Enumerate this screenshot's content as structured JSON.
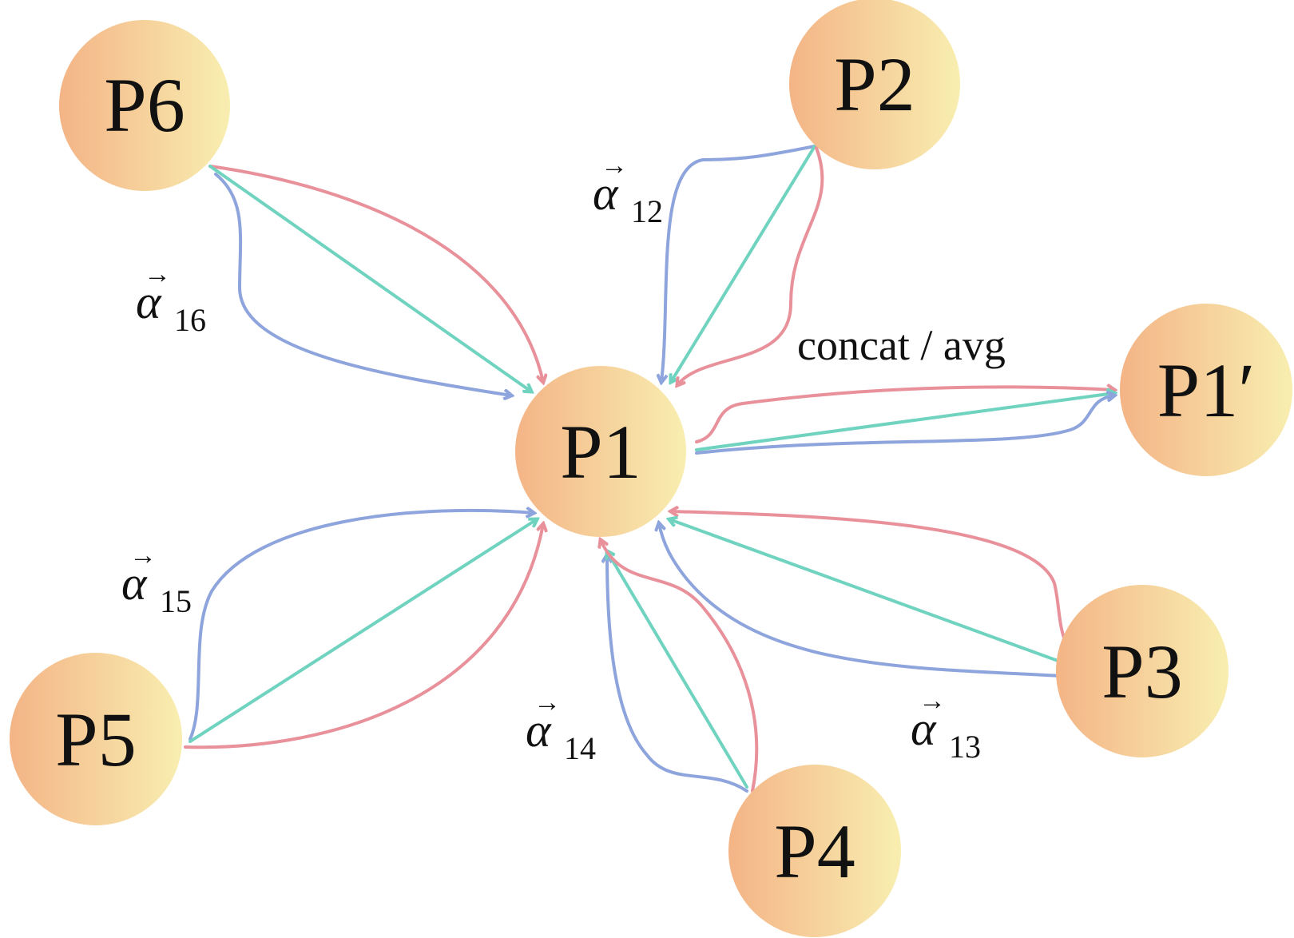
{
  "nodes": {
    "p1": "P1",
    "p2": "P2",
    "p3": "P3",
    "p4": "P4",
    "p5": "P5",
    "p6": "P6",
    "p1_prime": "P1′"
  },
  "edge_labels": {
    "alpha_12": {
      "symbol": "α",
      "sub": "12"
    },
    "alpha_13": {
      "symbol": "α",
      "sub": "13"
    },
    "alpha_14": {
      "symbol": "α",
      "sub": "14"
    },
    "alpha_15": {
      "symbol": "α",
      "sub": "15"
    },
    "alpha_16": {
      "symbol": "α",
      "sub": "16"
    },
    "aggregate": "concat / avg"
  },
  "colors": {
    "node_fill_left": "#f4b486",
    "node_fill_right": "#f8eeb0",
    "edge_blue": "#8ea4dc",
    "edge_red": "#e8919b",
    "edge_teal": "#6fd3c0"
  }
}
